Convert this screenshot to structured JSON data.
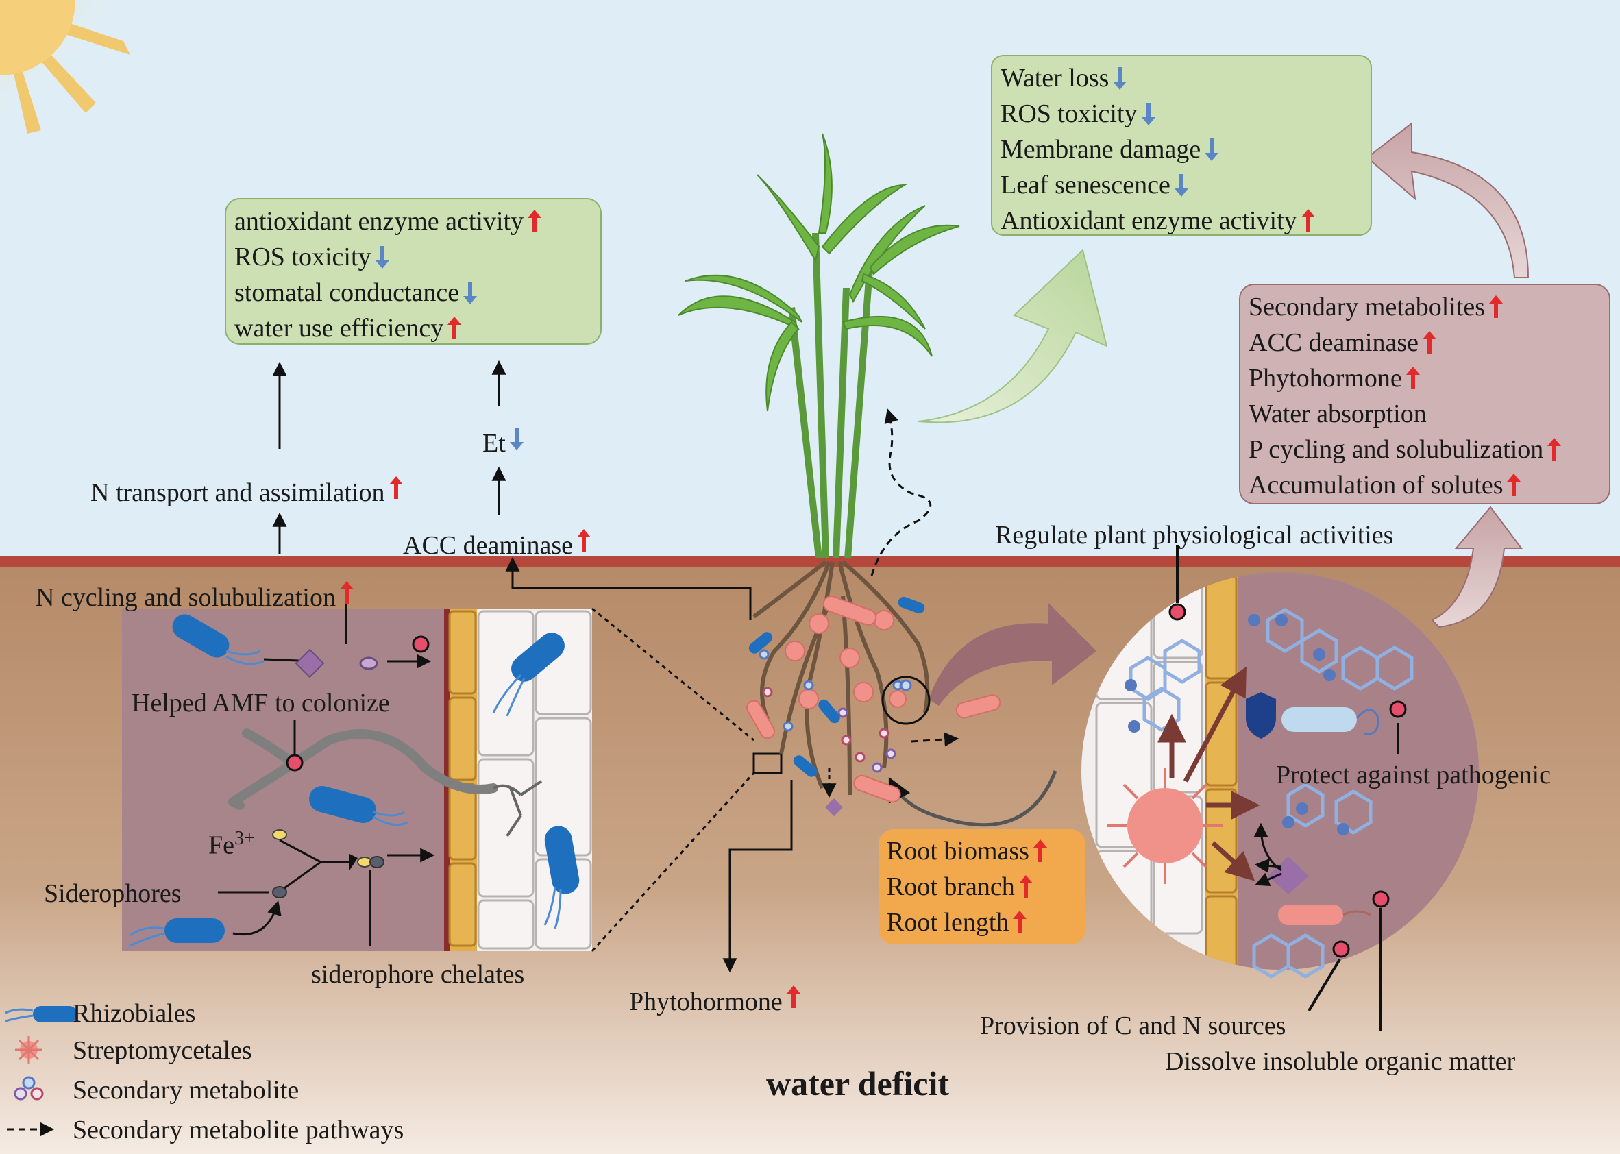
{
  "colors": {
    "sky": "#dfeef6",
    "soil_top": "#b58a68",
    "soil_bottom": "#f3e6dc",
    "surface_line": "#b5473c",
    "green_box": "#cde0b4",
    "green_box_border": "#8db06e",
    "mauve_box": "#cfb2b4",
    "mauve_box_border": "#9b6d73",
    "orange_box": "#f2a94d",
    "up_arrow": "#e22a2a",
    "down_arrow": "#5b86c6",
    "rhizobiales": "#1f6fbf",
    "streptomycetales": "#f0928a"
  },
  "green_box_left": {
    "rows": [
      {
        "text": "antioxidant enzyme activity",
        "arrow": "up"
      },
      {
        "text": "ROS toxicity",
        "arrow": "down"
      },
      {
        "text": "stomatal conductance",
        "arrow": "down"
      },
      {
        "text": "water use efficiency",
        "arrow": "up"
      }
    ]
  },
  "green_box_top": {
    "rows": [
      {
        "text": "Water loss",
        "arrow": "down"
      },
      {
        "text": "ROS toxicity",
        "arrow": "down"
      },
      {
        "text": "Membrane damage",
        "arrow": "down"
      },
      {
        "text": "Leaf senescence",
        "arrow": "down"
      },
      {
        "text": "Antioxidant enzyme activity",
        "arrow": "up"
      }
    ]
  },
  "mauve_box": {
    "rows": [
      {
        "text": "Secondary metabolites",
        "arrow": "up"
      },
      {
        "text": "ACC deaminase",
        "arrow": "up"
      },
      {
        "text": "Phytohormone",
        "arrow": "up"
      },
      {
        "text": "Water absorption",
        "arrow": ""
      },
      {
        "text": "P cycling and solubulization",
        "arrow": "up"
      },
      {
        "text": "Accumulation of solutes",
        "arrow": "up"
      }
    ]
  },
  "orange_box": {
    "rows": [
      {
        "text": "Root biomass",
        "arrow": "up"
      },
      {
        "text": "Root branch",
        "arrow": "up"
      },
      {
        "text": "Root length",
        "arrow": "up"
      }
    ]
  },
  "labels": {
    "et": "Et",
    "n_transport": "N transport and assimilation",
    "acc_deaminase": "ACC deaminase",
    "n_cycling": "N cycling and solubulization",
    "helped_amf": "Helped AMF to colonize",
    "fe": "Fe",
    "fe_sup": "3+",
    "siderophores": "Siderophores",
    "siderophore_chelates": "siderophore chelates",
    "phytohormone": "Phytohormone",
    "regulate": "Regulate plant physiological activities",
    "protect": "Protect against pathogenic",
    "provision": "Provision of C and N sources",
    "dissolve": "Dissolve insoluble organic matter",
    "water_deficit": "water deficit"
  },
  "legend": [
    {
      "icon": "rhizobiales-icon",
      "text": "Rhizobiales"
    },
    {
      "icon": "streptomycetales-icon",
      "text": "Streptomycetales"
    },
    {
      "icon": "secondary-metabolite-icon",
      "text": "Secondary metabolite"
    },
    {
      "icon": "dashed-arrow-icon",
      "text": "Secondary metabolite pathways"
    }
  ]
}
